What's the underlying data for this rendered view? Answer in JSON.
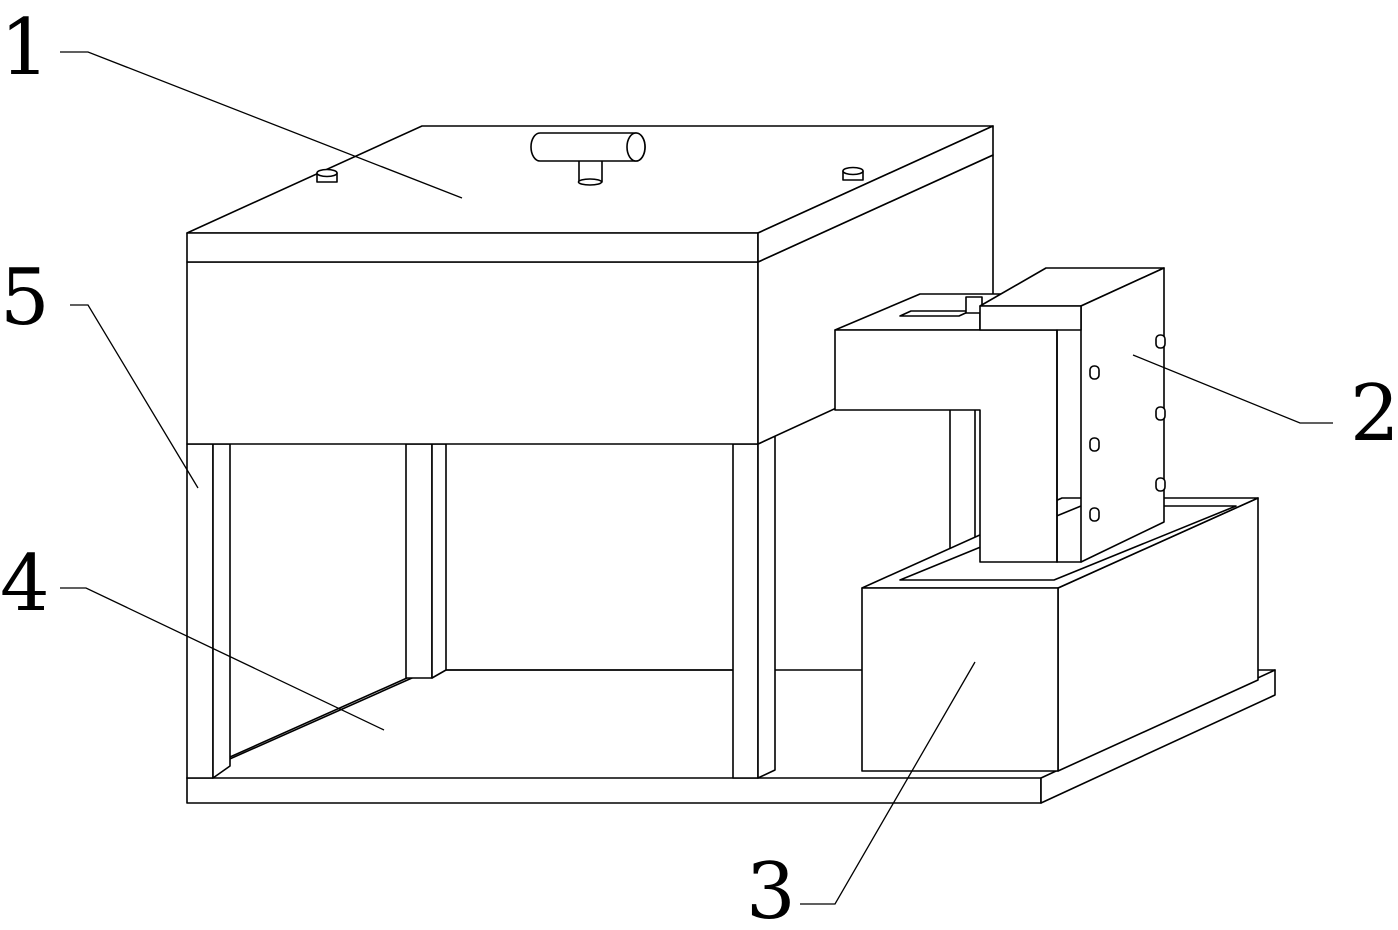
{
  "callouts": [
    {
      "id": "1",
      "text": "1"
    },
    {
      "id": "2",
      "text": "2"
    },
    {
      "id": "3",
      "text": "3"
    },
    {
      "id": "4",
      "text": "4"
    },
    {
      "id": "5",
      "text": "5"
    }
  ],
  "colors": {
    "line": "#000000",
    "background": "#ffffff"
  }
}
